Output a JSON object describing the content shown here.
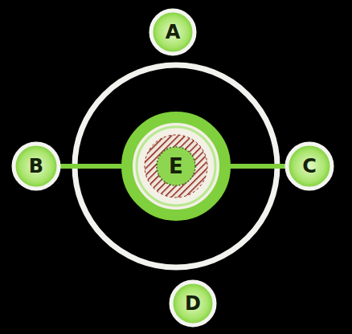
{
  "diagram": {
    "nodes": [
      {
        "text": [
          "A"
        ]
      },
      {
        "text": [
          "B"
        ]
      },
      {
        "text": [
          "E"
        ]
      },
      {
        "text": [
          "C"
        ]
      },
      {
        "text": [
          "D"
        ]
      }
    ],
    "edges": [
      {
        "from": 1,
        "to": 2,
        "arrow": "none"
      },
      {
        "from": 2,
        "to": 3,
        "arrow": "none"
      }
    ]
  }
}
